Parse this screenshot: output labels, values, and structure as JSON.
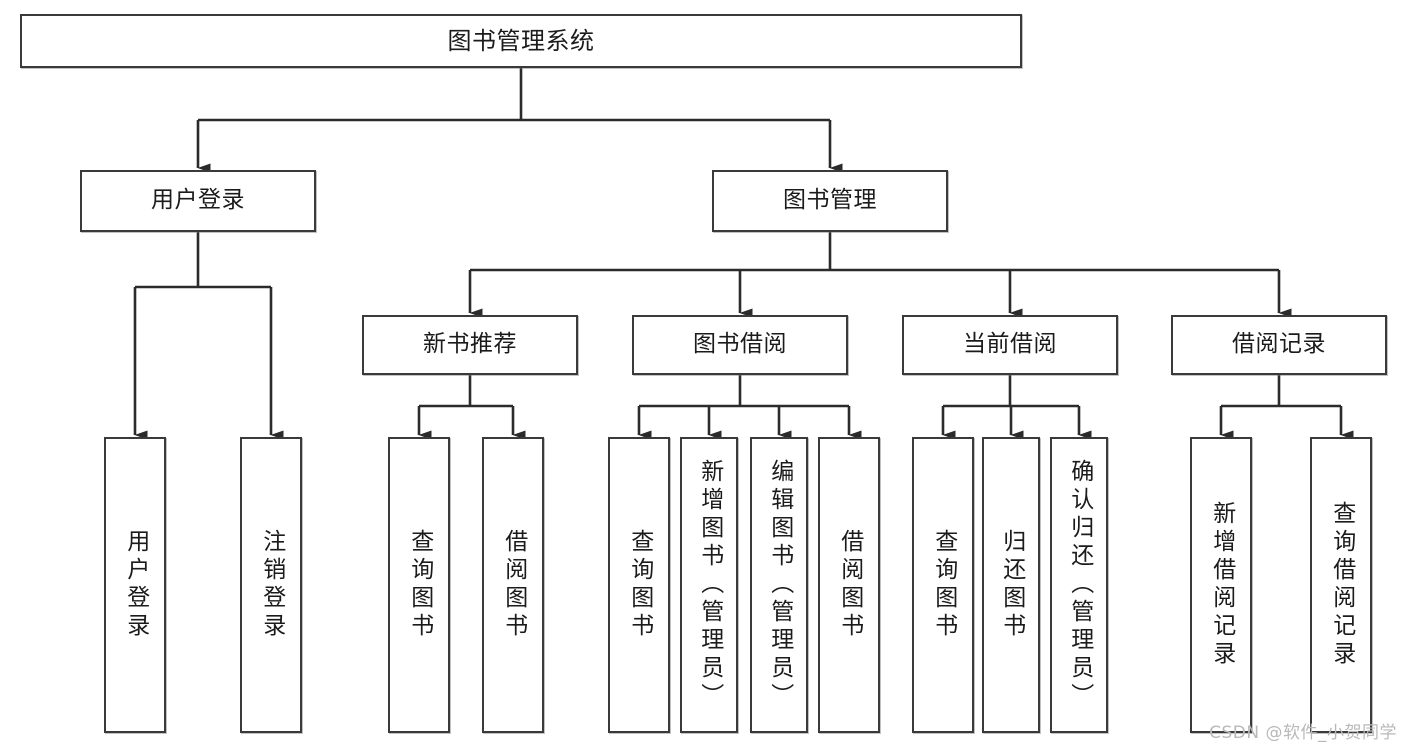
{
  "diagram": {
    "title": "图书管理系统",
    "type": "tree-hierarchy-diagram",
    "colors": {
      "box_border": "#3a3a3a",
      "box_fill": "#ffffff",
      "connector": "#2b2b2b",
      "text": "#1b1b1b",
      "watermark": "#b9b9b9"
    },
    "levels": {
      "root": {
        "label": "图书管理系统"
      },
      "level2": [
        {
          "label": "用户登录"
        },
        {
          "label": "图书管理"
        }
      ],
      "level3": [
        {
          "label": "新书推荐"
        },
        {
          "label": "图书借阅"
        },
        {
          "label": "当前借阅"
        },
        {
          "label": "借阅记录"
        }
      ],
      "leaves": [
        {
          "label": "用户登录",
          "parent": "用户登录"
        },
        {
          "label": "注销登录",
          "parent": "用户登录"
        },
        {
          "label": "查询图书",
          "parent": "新书推荐"
        },
        {
          "label": "借阅图书",
          "parent": "新书推荐"
        },
        {
          "label": "查询图书",
          "parent": "图书借阅"
        },
        {
          "label": "新增图书（管理员）",
          "parent": "图书借阅"
        },
        {
          "label": "编辑图书（管理员）",
          "parent": "图书借阅"
        },
        {
          "label": "借阅图书",
          "parent": "图书借阅"
        },
        {
          "label": "查询图书",
          "parent": "当前借阅"
        },
        {
          "label": "归还图书",
          "parent": "当前借阅"
        },
        {
          "label": "确认归还（管理员）",
          "parent": "当前借阅"
        },
        {
          "label": "新增借阅记录",
          "parent": "借阅记录"
        },
        {
          "label": "查询借阅记录",
          "parent": "借阅记录"
        }
      ]
    },
    "watermark": "CSDN @软件_小贺同学"
  }
}
